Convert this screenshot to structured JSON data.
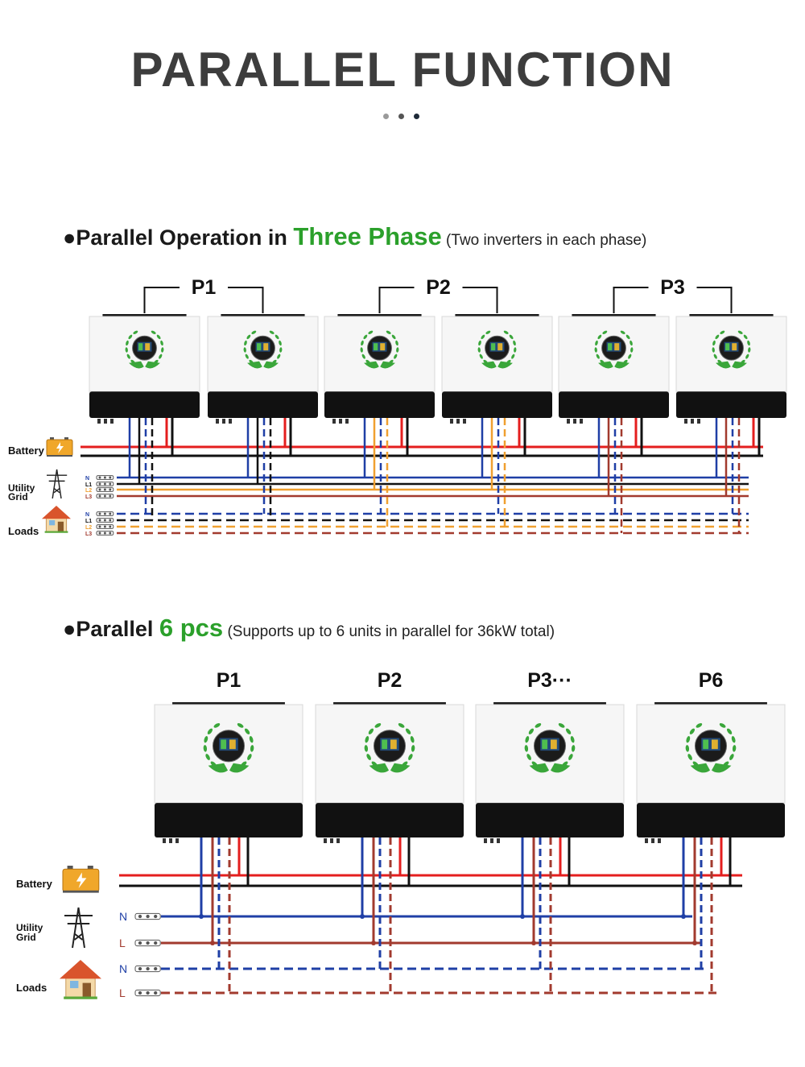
{
  "title": "PARALLEL FUNCTION",
  "colors": {
    "title": "#3d3d3d",
    "highlight": "#2ba02b",
    "red": "#e41e1e",
    "black": "#111111",
    "blue": "#1f3fa6",
    "orange": "#f0a030",
    "brown": "#a23a2e",
    "leaf": "#3aa63a"
  },
  "dots": [
    "#9a9a9a",
    "#555555",
    "#1e2a38"
  ],
  "section1": {
    "bullet": "●",
    "prefix": "Parallel Operation in ",
    "highlight": "Three Phase",
    "note": " (Two inverters in each phase)",
    "groups": [
      "P1",
      "P2",
      "P3"
    ],
    "labels": {
      "battery": "Battery",
      "utility1": "Utility",
      "utility2": "Grid",
      "loads": "Loads"
    },
    "grid_lines": [
      "N",
      "L1",
      "L2",
      "L3"
    ],
    "load_lines": [
      "N",
      "L1",
      "L2",
      "L3"
    ],
    "icons": [
      "battery-icon",
      "power-tower-icon",
      "house-icon"
    ]
  },
  "section2": {
    "bullet": "●",
    "prefix": "Parallel  ",
    "highlight": "6 pcs",
    "note": " (Supports up to 6 units in parallel for 36kW total)",
    "units": [
      "P1",
      "P2",
      "P3···",
      "P6"
    ],
    "labels": {
      "battery": "Battery",
      "utility1": "Utility",
      "utility2": "Grid",
      "loads": "Loads"
    },
    "grid_lines": [
      "N",
      "L"
    ],
    "load_lines": [
      "N",
      "L"
    ],
    "icons": [
      "battery-icon",
      "power-tower-icon",
      "house-icon"
    ]
  }
}
